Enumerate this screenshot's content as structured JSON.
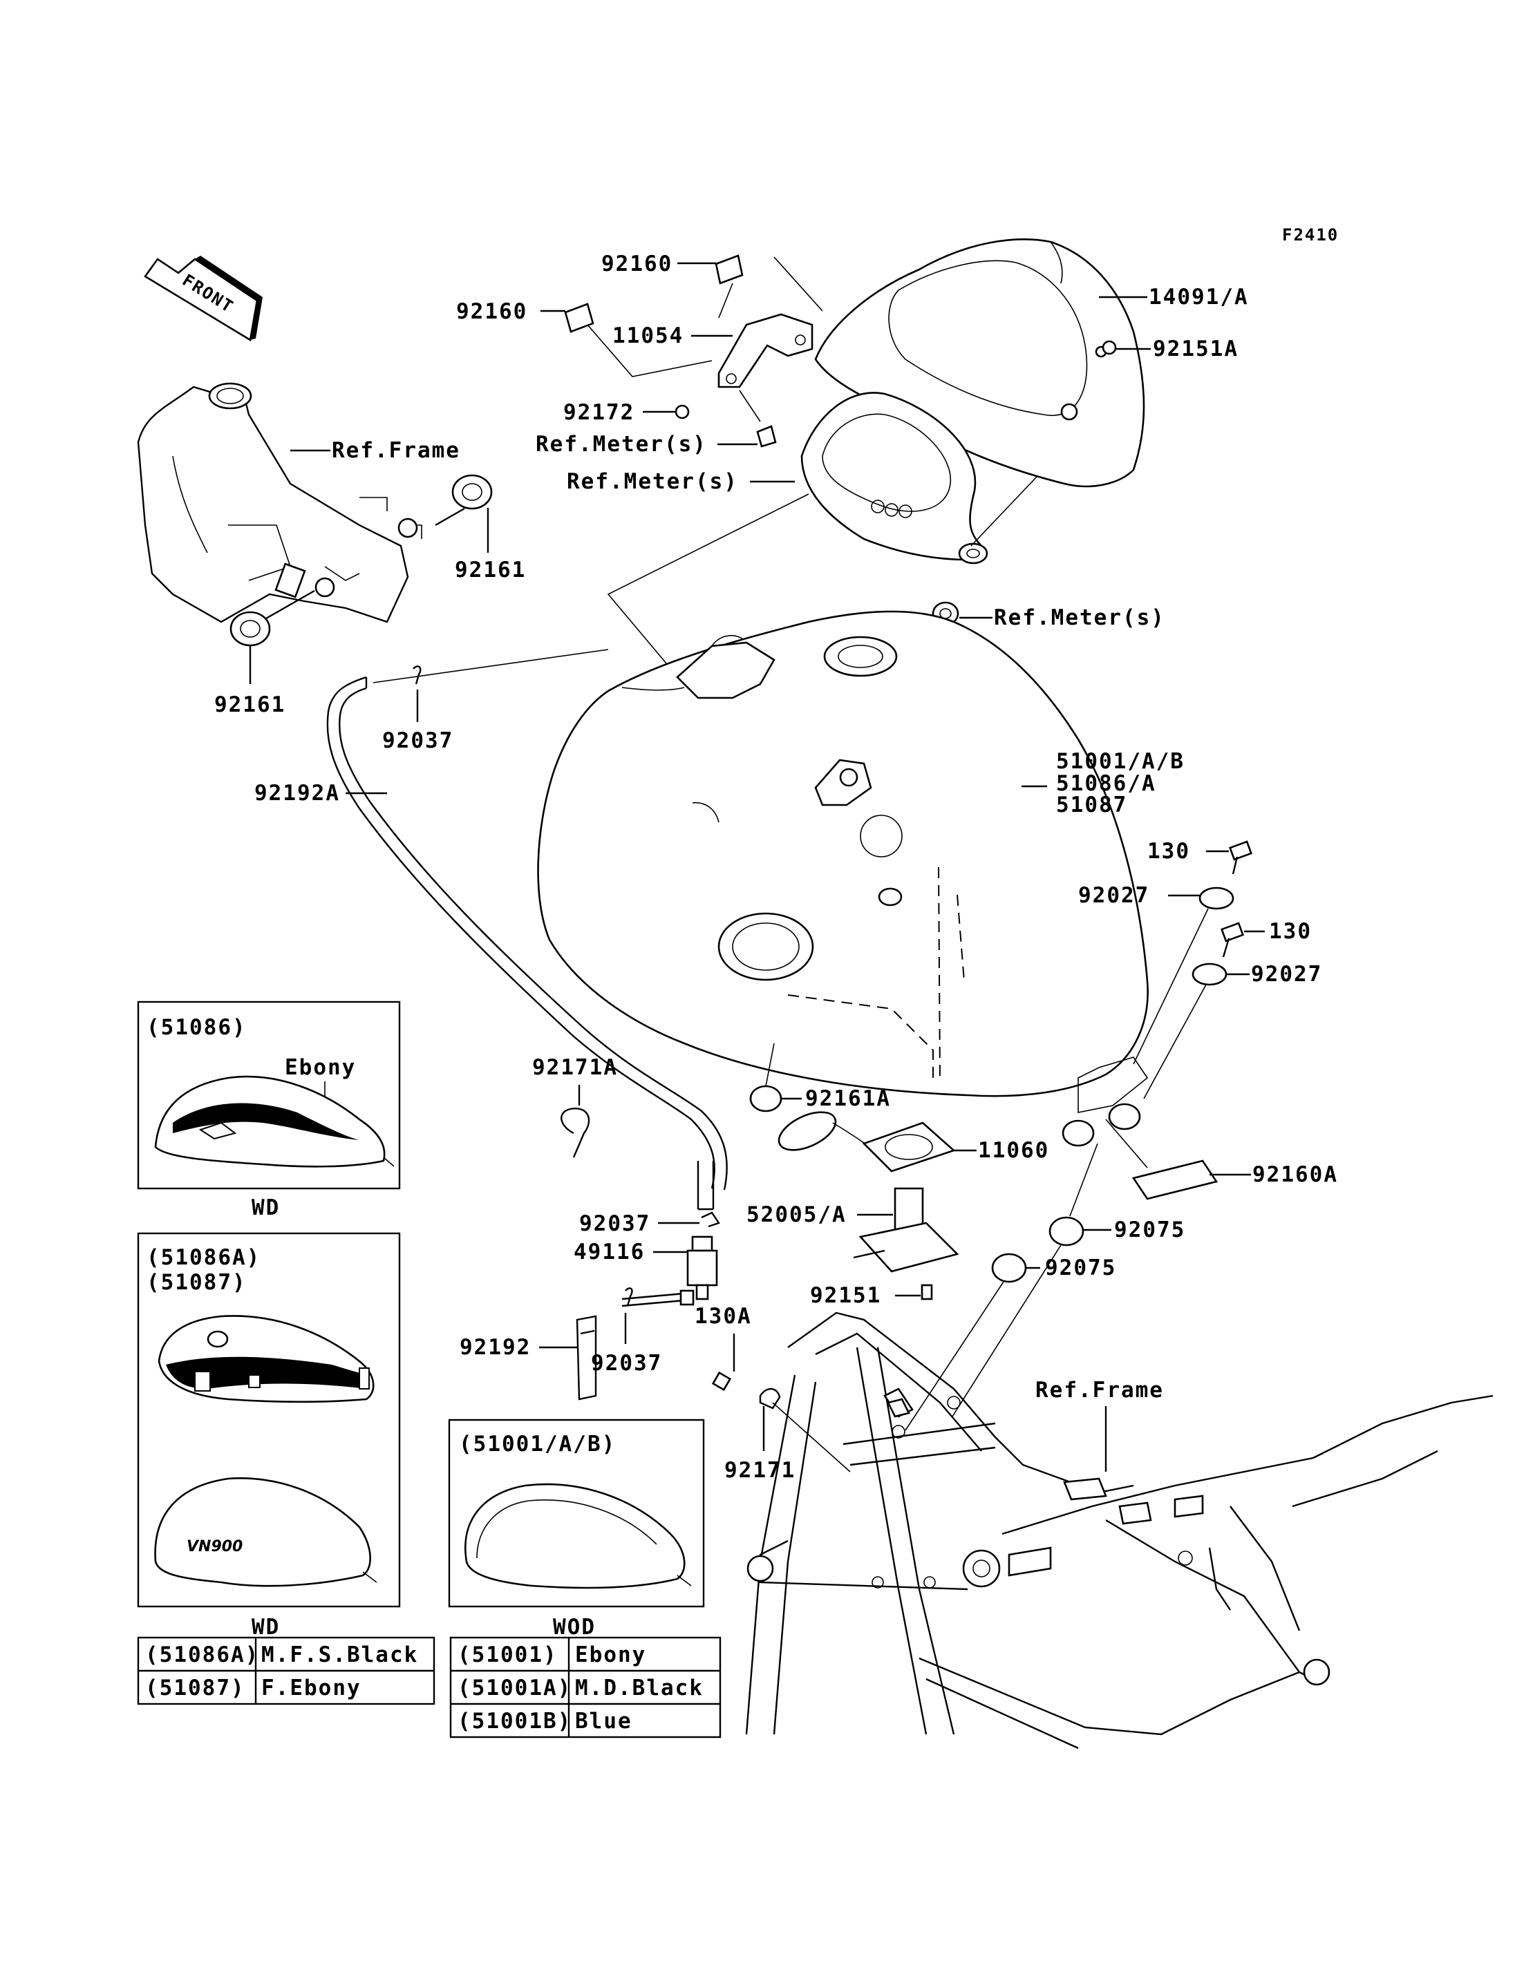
{
  "figure_code": "F2410",
  "front_label": "FRONT",
  "callouts": {
    "p92160_top": "92160",
    "p92160_left": "92160",
    "p11054": "11054",
    "p14091": "14091/A",
    "p92151A": "92151A",
    "p92172": "92172",
    "ref_meter_1": "Ref.Meter(s)",
    "ref_meter_2": "Ref.Meter(s)",
    "ref_meter_3": "Ref.Meter(s)",
    "ref_frame_top": "Ref.Frame",
    "p92161_right": "92161",
    "p92161_bottom": "92161",
    "p92037_top": "92037",
    "p92192A": "92192A",
    "tank_line1": "51001/A/B",
    "tank_line2": "51086/A",
    "tank_line3": "51087",
    "p130_top": "130",
    "p92027_top": "92027",
    "p130_mid": "130",
    "p92027_mid": "92027",
    "p92171A": "92171A",
    "p92161A": "92161A",
    "p11060": "11060",
    "p92160A": "92160A",
    "p92037_mid": "92037",
    "p52005": "52005/A",
    "p92075_a": "92075",
    "p49116": "49116",
    "p92075_b": "92075",
    "p92151": "92151",
    "p92192": "92192",
    "p92037_low": "92037",
    "p130A": "130A",
    "ref_frame_bottom": "Ref.Frame",
    "p92171": "92171"
  },
  "insets": {
    "ebony_box": {
      "title": "(51086)",
      "color_label": "Ebony",
      "caption": "WD"
    },
    "wd_box": {
      "title_1": "(51086A)",
      "title_2": "(51087)",
      "caption": "WD"
    },
    "wod_box": {
      "title": "(51001/A/B)",
      "caption": "WOD"
    }
  },
  "color_tables": {
    "left": [
      {
        "code": "(51086A)",
        "color": "M.F.S.Black"
      },
      {
        "code": "(51087)",
        "color": "F.Ebony"
      }
    ],
    "right": [
      {
        "code": "(51001)",
        "color": "Ebony"
      },
      {
        "code": "(51001A)",
        "color": "M.D.Black"
      },
      {
        "code": "(51001B)",
        "color": "Blue"
      }
    ]
  }
}
